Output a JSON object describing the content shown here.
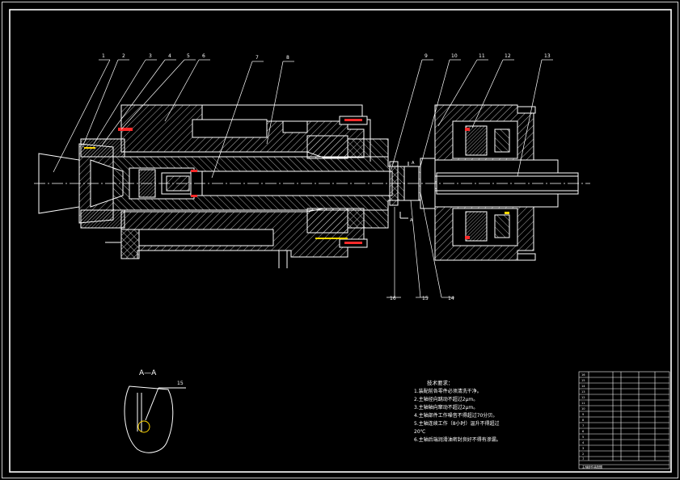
{
  "drawing": {
    "part_labels": [
      "1",
      "2",
      "3",
      "4",
      "5",
      "6",
      "7",
      "8",
      "9",
      "10",
      "11",
      "12",
      "13",
      "14",
      "15",
      "16"
    ],
    "section_view": {
      "title": "A—A",
      "label": "15"
    },
    "section_marks": [
      "A",
      "A"
    ]
  },
  "notes": {
    "title": "技术要求：",
    "items": [
      "1.装配前各零件必须清洗干净。",
      "2.主轴径向跳动不超过2μm。",
      "3.主轴轴向窜动不超过2μm。",
      "4.主轴部件工作噪音不得超过70分贝。",
      "5.主轴连续工作（8小时）温升不得超过",
      "20℃",
      "6.主轴后端润滑油密封良好不得有渗漏。"
    ]
  },
  "title_block": {
    "rows": [
      "16",
      "15",
      "14",
      "13",
      "12",
      "11",
      "10",
      "9",
      "8",
      "7",
      "6",
      "5",
      "4",
      "3",
      "2",
      "1"
    ],
    "drawing_name": "主轴部件装配图"
  },
  "colors": {
    "line": "#ffffff",
    "hatch": "#ffffff",
    "centerline": "#ffffff",
    "accent_red": "#ff2a2a",
    "accent_yellow": "#ffd700"
  }
}
